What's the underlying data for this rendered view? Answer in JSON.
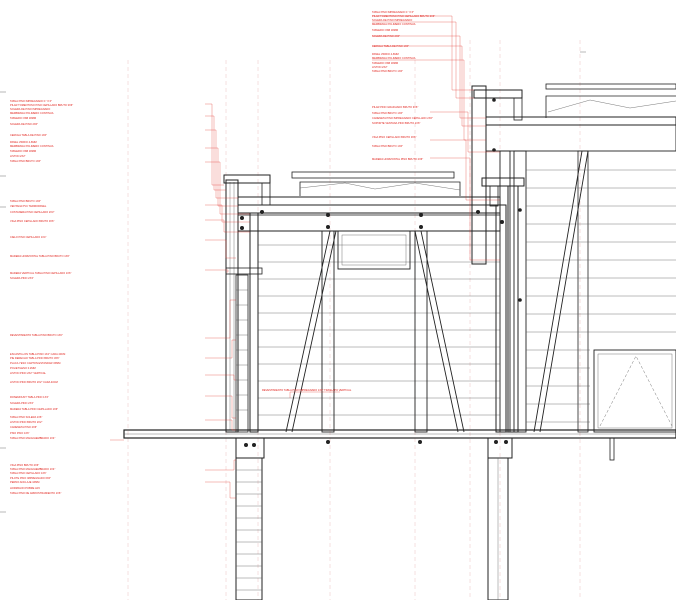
{
  "annotations": {
    "top_right": [
      "TABLA PINO IMPREGNADO 1\" X 6\"",
      "PILAR TOMENTOSO PINO CEPILLADO BRUTO 3X6\"",
      "SOLERA DE PINO IMPREGNADO",
      "MEMBRANA POLIMERO CONTINUA",
      "TABLERO OSB 18MM",
      "SOLERA DE PINO 2X6\"",
      "CERCHA TABLA DE PINO 1X6\"",
      "PANEL VIDRIO 4-6MM",
      "MEMBRANA POLIMERO CONTINUA",
      "TABLERO OSB 18MM",
      "LISTON 2X2\"",
      "TABLA PINO BRUTO 1X6\""
    ],
    "right_mid": [
      "PILAR PINO GRADUADO BRUTO 3X6\"",
      "TABLA PINO BRUTO 1X6\"",
      "CADENETA PINO IMPREGNADO CEPILLADO 2X6\"",
      "SOPORTE VENTANA PINO BRUTO 1X6\"",
      "VIGA PINO CEPILLADO BRUTO 3X6\"",
      "TABLA PINO BRUTO 1X6\"",
      "MADERA HORIZONTAL PINO BRUTO 2X6\""
    ],
    "left_roof": [
      "TABLA PINO IMPREGNADO 1\" X 6\"",
      "PILAR TOMENTOSO PINO CEPILLADO BRUTO 3X6\"",
      "SOLERA DE PINO IMPREGNADO",
      "MEMBRANA POLIMERO CONTINUA",
      "TABLERO OSB 18MM",
      "SOLERA DE PINO 2X6\"",
      "CERCHA TABLA DE PINO 1X6\"",
      "PANEL VIDRIO 4-6MM",
      "MEMBRANA POLIMERO CONTINUA",
      "TABLERO OSB 18MM",
      "LISTON 2X2\"",
      "TABLA PINO BRUTO 1X6\""
    ],
    "left_beam": [
      "TABLA PINO BRUTO 1X6\"",
      "VENTANA PVC TERMOPANEL",
      "COSTANERA PINO CEPILLADO 2X3\"",
      "VIGA PINO CEPILLADO BRUTO 3X6\"",
      "CIELO PINO CEPILLADO 1X4\""
    ],
    "left_mid": [
      "MADERA HORIZONTAL TABLA PINO BRUTO 1X6\"",
      "MADERA VERTICAL TABLA PINO CEPILLADO 1X6\"",
      "SOLERA PINO 2X3\""
    ],
    "left_wall": [
      "REVESTIMIENTO TABLA PINO BRUTO 1X6\"",
      "ESCANTILLON TABLA PINO 1X4\" CADA 40CM",
      "PIE DERECHO TABLA PINO BRUTO 3X6\"",
      "PLACA YESO CARTON ESTANDAR 15MM",
      "POLIETILENO 0.2MM",
      "LISTON PINO 2X2\" VERTICAL",
      "LISTON PINO BRUTO 2X2\" CADA 40CM",
      "ROSEMOUNT TABLA PINO 1X3\"",
      "SOLERA PINO 2X3\"",
      "MADERA TABLA PINO CEPILLADO 1X6\"",
      "TABLA PINO SOLERA 1X6\"",
      "LISTON PINO BRUTO 2X2\"",
      "CADENETA PINO 2X6\"",
      "PISO PINO 1X6\"",
      "TABLA PINO MACHIHEMBRADO 1X4\""
    ],
    "left_base": [
      "VIGA PINO BRUTO 2X6\"",
      "TABLA PINO MACHIHEMBRADO 1X4\"",
      "TABLA PINO CEPILLADO 1X6\"",
      "PILOTE PINO IMPREGNADO 6X6\"",
      "PERNO ANCLAJE 16MM",
      "HORMIGON POBRE H15",
      "TABLA PINO DE ARRIOSTRAMIENTO 1X6\""
    ],
    "center_floor": "REVESTIMIENTO TABLA PINO IMPREGNADO 1X6\" TRASLAPO VERTICAL"
  },
  "colors": {
    "annotation": "#e0201a",
    "linework": "#222222",
    "grid": "#e8b0b0"
  }
}
